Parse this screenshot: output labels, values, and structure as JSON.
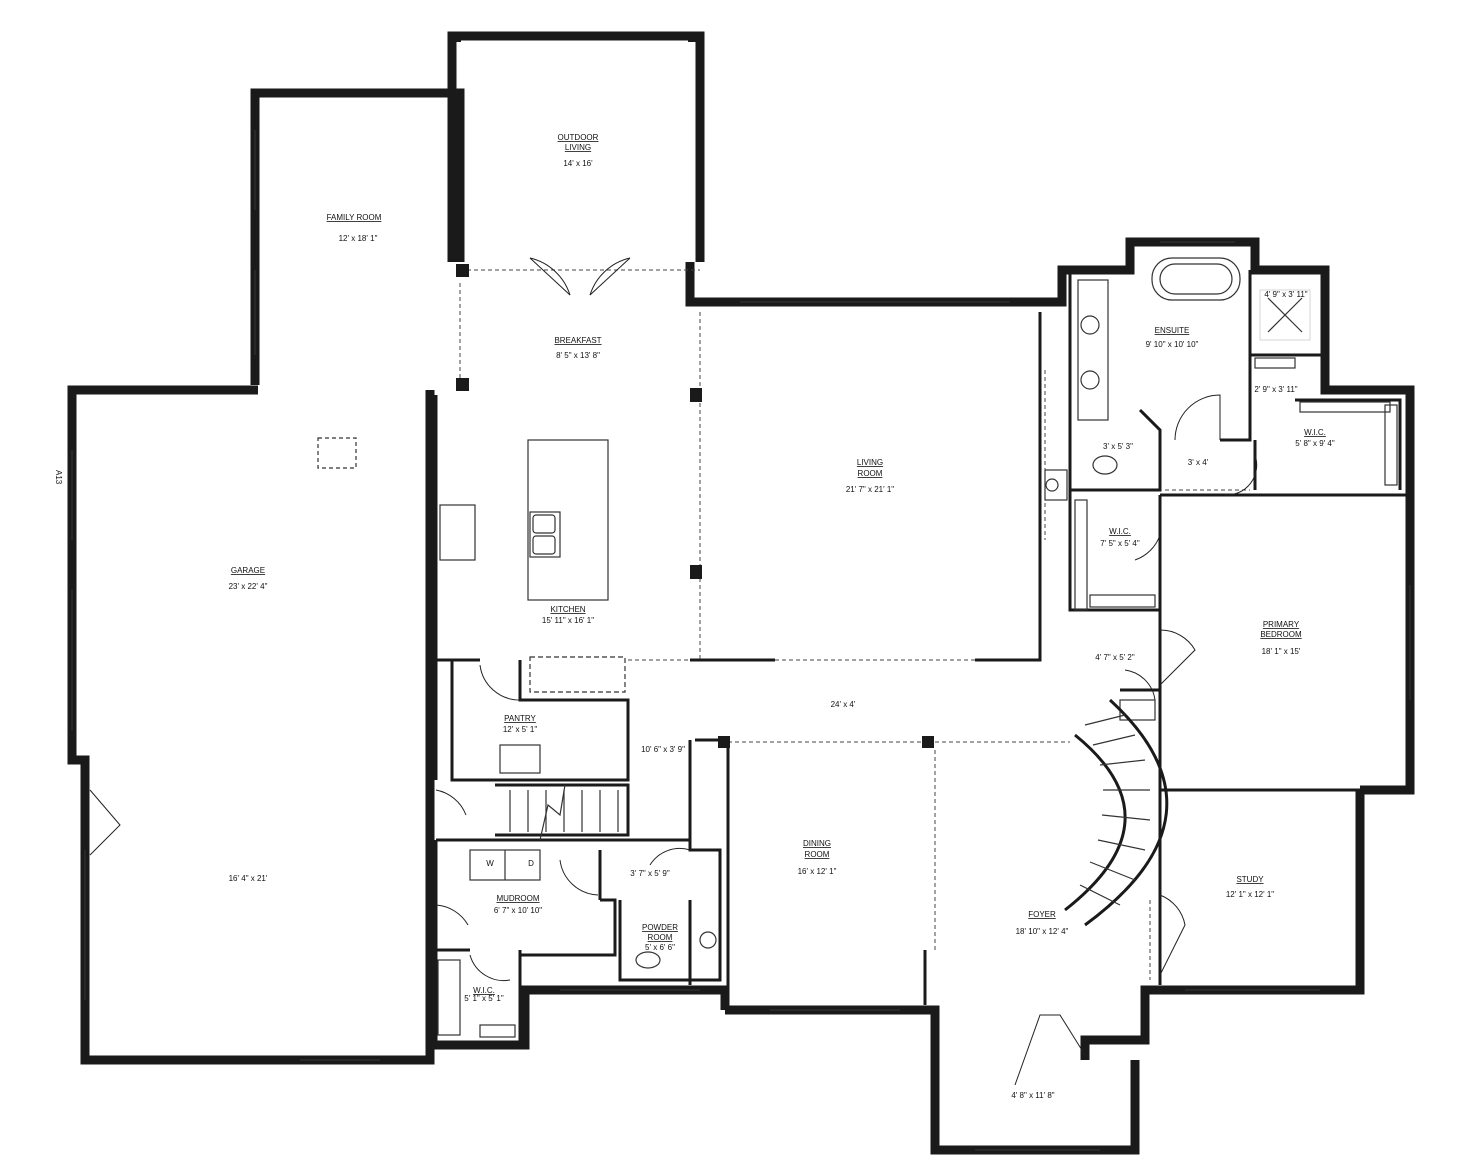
{
  "rooms": {
    "outdoor_living": {
      "name_line1": "OUTDOOR",
      "name_line2": "LIVING",
      "size": "14' x 16'"
    },
    "family_room": {
      "name": "FAMILY ROOM",
      "size": "12' x 18' 1\""
    },
    "breakfast": {
      "name": "BREAKFAST",
      "size": "8' 5\" x 13' 8\""
    },
    "living_room": {
      "name_line1": "LIVING",
      "name_line2": "ROOM",
      "size": "21' 7\" x 21' 1\""
    },
    "kitchen": {
      "name": "KITCHEN",
      "size": "15' 11\" x 16' 1\""
    },
    "garage": {
      "name": "GARAGE",
      "size": "23' x 22' 4\"",
      "size2": "16' 4\" x 21'"
    },
    "pantry": {
      "name": "PANTRY",
      "size": "12' x 5' 1\""
    },
    "hall": {
      "size": "24' x 4'"
    },
    "stair_closet": {
      "size": "10' 6\" x 3' 9\""
    },
    "mudroom": {
      "name": "MUDROOM",
      "size": "6' 7\" x 10' 10\"",
      "washer": "W",
      "dryer": "D"
    },
    "mud_closet": {
      "size": "3' 7\" x 5' 9\""
    },
    "powder_room": {
      "name_line1": "POWDER",
      "name_line2": "ROOM",
      "size": "5' x 6' 6\""
    },
    "mud_wic": {
      "name": "W.I.C.",
      "size": "5' 1\" x 5' 1\""
    },
    "dining_room": {
      "name_line1": "DINING",
      "name_line2": "ROOM",
      "size": "16' x 12' 1\""
    },
    "foyer": {
      "name": "FOYER",
      "size": "18' 10\" x 12' 4\""
    },
    "porch": {
      "size": "4' 8\" x 11' 8\""
    },
    "study": {
      "name": "STUDY",
      "size": "12' 1\" x 12' 1\""
    },
    "primary_bedroom": {
      "name_line1": "PRIMARY",
      "name_line2": "BEDROOM",
      "size": "18' 1\" x 15'"
    },
    "bed_hall": {
      "size": "4' 7\" x 5' 2\""
    },
    "wic_primary": {
      "name": "W.I.C.",
      "size": "7' 5\" x 5' 4\""
    },
    "ensuite": {
      "name": "ENSUITE",
      "size": "9' 10\" x 10' 10\""
    },
    "shower": {
      "size": "4' 9\" x 3' 11\""
    },
    "wic_ensuite": {
      "name": "W.I.C.",
      "size": "5' 8\" x 9' 4\"",
      "size2": "2' 9\" x 3' 11\""
    },
    "wc": {
      "size": "3' x 5' 3\""
    },
    "ensuite_hall": {
      "size": "3' x 4'"
    }
  },
  "section_marker": "A13"
}
